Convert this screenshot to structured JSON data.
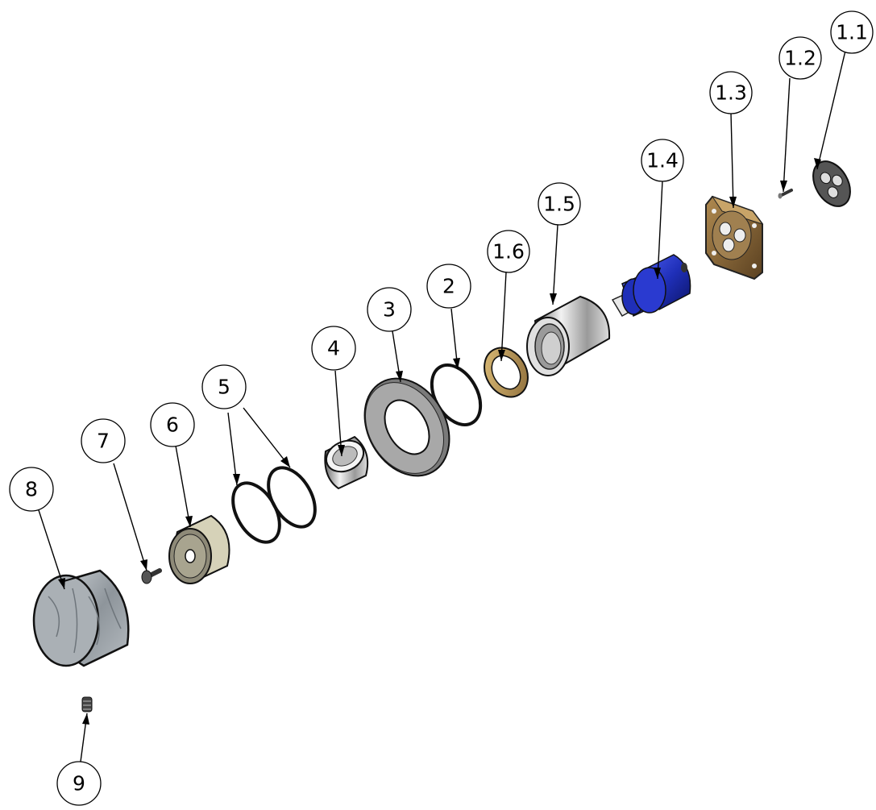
{
  "balloons": [
    {
      "id": "b1-1",
      "label": "1.1"
    },
    {
      "id": "b1-2",
      "label": "1.2"
    },
    {
      "id": "b1-3",
      "label": "1.3"
    },
    {
      "id": "b1-4",
      "label": "1.4"
    },
    {
      "id": "b1-5",
      "label": "1.5"
    },
    {
      "id": "b1-6",
      "label": "1.6"
    },
    {
      "id": "b2",
      "label": "2"
    },
    {
      "id": "b3",
      "label": "3"
    },
    {
      "id": "b4",
      "label": "4"
    },
    {
      "id": "b5",
      "label": "5"
    },
    {
      "id": "b6",
      "label": "6"
    },
    {
      "id": "b7",
      "label": "7"
    },
    {
      "id": "b8",
      "label": "8"
    },
    {
      "id": "b9",
      "label": "9"
    }
  ],
  "colors": {
    "cartridge_blue": "#1f2fb8",
    "flange_bronze": "#8a6a38",
    "steel": "#b8b8b8",
    "brass": "#c8a050",
    "knob_grey": "#9aa0a6",
    "seal_black": "#111111"
  }
}
